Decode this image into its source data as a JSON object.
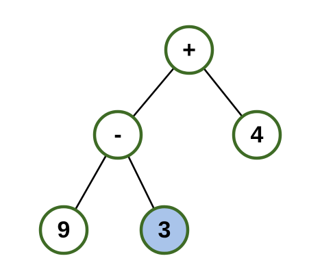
{
  "tree": {
    "colors": {
      "node_border": "#3e6b25",
      "node_fill": "#ffffff",
      "highlight_fill": "#a9c4ea",
      "edge": "#000000",
      "text": "#000000"
    },
    "nodes": {
      "root": {
        "label": "+",
        "highlighted": false
      },
      "minus": {
        "label": "-",
        "highlighted": false
      },
      "four": {
        "label": "4",
        "highlighted": false
      },
      "nine": {
        "label": "9",
        "highlighted": false
      },
      "three": {
        "label": "3",
        "highlighted": true
      }
    },
    "edges": [
      {
        "from": "root",
        "to": "minus"
      },
      {
        "from": "root",
        "to": "four"
      },
      {
        "from": "minus",
        "to": "nine"
      },
      {
        "from": "minus",
        "to": "three"
      }
    ]
  }
}
